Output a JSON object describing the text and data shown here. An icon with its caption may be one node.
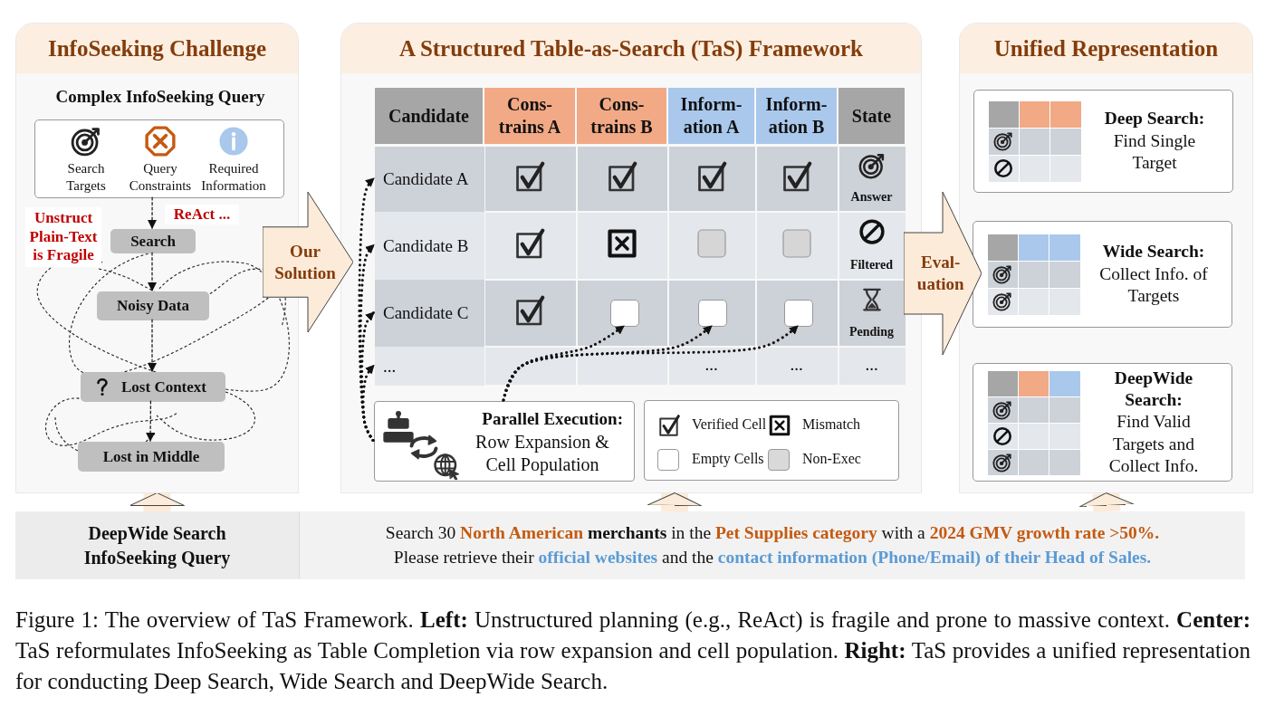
{
  "diagram": {
    "caption": "Figure 1: The overview of TaS Framework. **Left:** Unstructured planning (e.g., ReAct) is fragile and prone to massive context. **Center:** TaS reformulates InfoSeeking as Table Completion via row expansion and cell population. **Right:** TaS provides a unified representation for conducting Deep Search, Wide Search and DeepWide Search.",
    "nodes": [
      {
        "text": [
          "InfoSeeking Challenge"
        ]
      },
      {
        "text": [
          "Complex InfoSeeking Query",
          "Search Targets",
          "Query Constraints",
          "Required Information"
        ],
        "in": 0
      },
      {
        "text": [
          "Search"
        ],
        "in": 0
      },
      {
        "text": [
          "Noisy Data"
        ],
        "in": 0
      },
      {
        "text": [
          "Lost Context"
        ],
        "in": 0
      },
      {
        "text": [
          "Lost in Middle"
        ],
        "in": 0
      },
      {
        "text": [
          "Our Solution"
        ]
      },
      {
        "text": [
          "A Structured Table-as-Search (TaS) Framework"
        ]
      },
      {
        "text": [
          "Candidate A"
        ],
        "in": 7
      },
      {
        "text": [
          "Candidate B"
        ],
        "in": 7
      },
      {
        "text": [
          "Candidate C"
        ],
        "in": 7
      },
      {
        "text": [
          "..."
        ],
        "in": 7
      },
      {
        "text": [],
        "shape": "box",
        "in": 7
      },
      {
        "text": [],
        "shape": "box",
        "in": 7
      },
      {
        "text": [],
        "shape": "box",
        "in": 7
      },
      {
        "text": [
          "Parallel Execution:",
          "Row Expansion & Cell Population"
        ],
        "in": 7
      },
      {
        "text": [
          "Eval- uation"
        ]
      },
      {
        "text": [
          "Unified Representation"
        ]
      },
      {
        "text": [
          "Deep Search:",
          "Find Single Target"
        ],
        "in": 17
      },
      {
        "text": [
          "Wide Search:",
          "Collect Info. of Targets"
        ],
        "in": 17
      },
      {
        "text": [
          "DeepWide Search:",
          "Find Valid Targets and Collect Info."
        ],
        "in": 17
      },
      {
        "text": [
          "DeepWide Search InfoSeeking Query"
        ]
      },
      {
        "text": [
          "Search 30 **North American** **merchants** in the **Pet Supplies category** with a **2024 GMV growth rate >50%.**",
          "Please retrieve their **official websites** and the **contact information (Phone/Email) of their Head of Sales.**"
        ]
      }
    ],
    "edges": [
      {
        "from": 1,
        "to": 2,
        "arrow": "to",
        "style": "dashed"
      },
      {
        "from": 2,
        "to": 3,
        "arrow": "to",
        "style": "dashed"
      },
      {
        "from": 3,
        "to": 4,
        "arrow": "to",
        "style": "dashed"
      },
      {
        "from": 4,
        "to": 5,
        "arrow": "to",
        "style": "dashed"
      },
      {
        "from": 15,
        "to": 8,
        "arrow": "to",
        "style": "dashed"
      },
      {
        "from": 15,
        "to": 9,
        "arrow": "to",
        "style": "dashed"
      },
      {
        "from": 15,
        "to": 10,
        "arrow": "to",
        "style": "dashed"
      },
      {
        "from": 15,
        "to": 11,
        "arrow": "to",
        "style": "dashed"
      },
      {
        "from": 15,
        "to": 12,
        "arrow": "to",
        "style": "dashed"
      },
      {
        "from": 15,
        "to": 13,
        "arrow": "to",
        "style": "dashed"
      },
      {
        "from": 15,
        "to": 14,
        "arrow": "to",
        "style": "dashed"
      },
      {
        "from": 21,
        "to": 0,
        "arrow": "to",
        "style": "thick",
        "color": "#fcebd9"
      },
      {
        "from": 22,
        "to": 7,
        "arrow": "to",
        "style": "thick",
        "color": "#fcebd9"
      },
      {
        "from": 22,
        "to": 17,
        "arrow": "to",
        "style": "thick",
        "color": "#fcebd9"
      }
    ],
    "labels": [
      "Unstruct Plain-Text is Fragile",
      "ReAct ...",
      "Candidate",
      "Cons- trains A",
      "Cons- trains B",
      "Inform- ation A",
      "Inform- ation B",
      "State",
      "Answer",
      "Filtered",
      "Pending",
      "...",
      "...",
      "..."
    ],
    "legend": [
      {
        "text": "Verified Cell"
      },
      {
        "text": "Mismatch"
      },
      {
        "text": "Empty Cells",
        "color": "#ffffff"
      },
      {
        "text": "Non-Exec",
        "color": "#d9d9d9"
      }
    ]
  }
}
